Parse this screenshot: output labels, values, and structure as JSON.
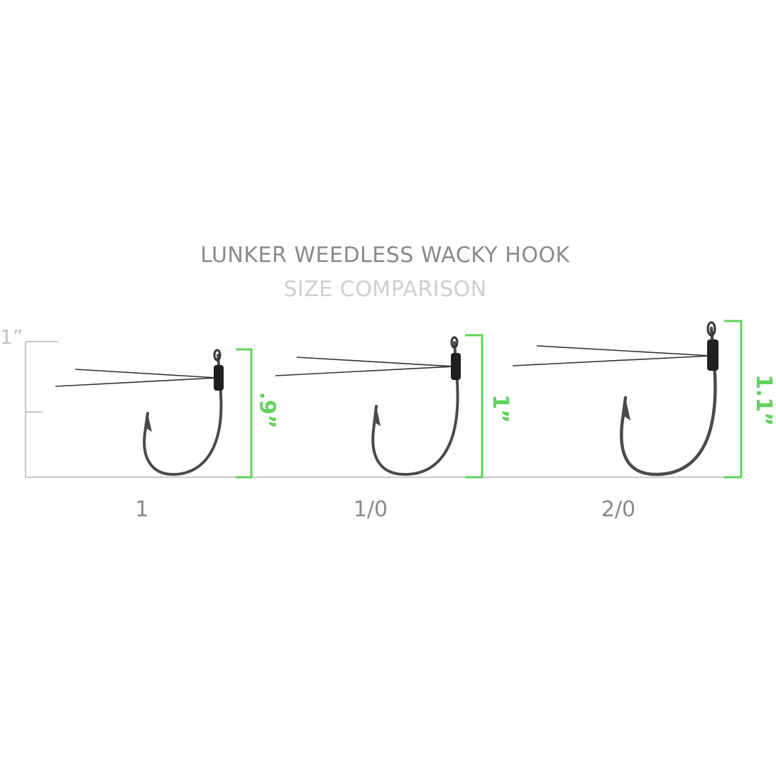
{
  "header": {
    "title": "LUNKER WEEDLESS WACKY HOOK",
    "subtitle": "SIZE COMPARISON"
  },
  "scale": {
    "label": "1”"
  },
  "hooks": [
    {
      "size_label": "1",
      "dimension_label": ".9”"
    },
    {
      "size_label": "1/0",
      "dimension_label": "1”"
    },
    {
      "size_label": "2/0",
      "dimension_label": "1.1”"
    }
  ],
  "colors": {
    "title": "#8a8a8a",
    "subtitle": "#cfcfcf",
    "accent": "#5fd35a",
    "baseline": "#c8c8c8",
    "hook": "#4a4a4a"
  }
}
